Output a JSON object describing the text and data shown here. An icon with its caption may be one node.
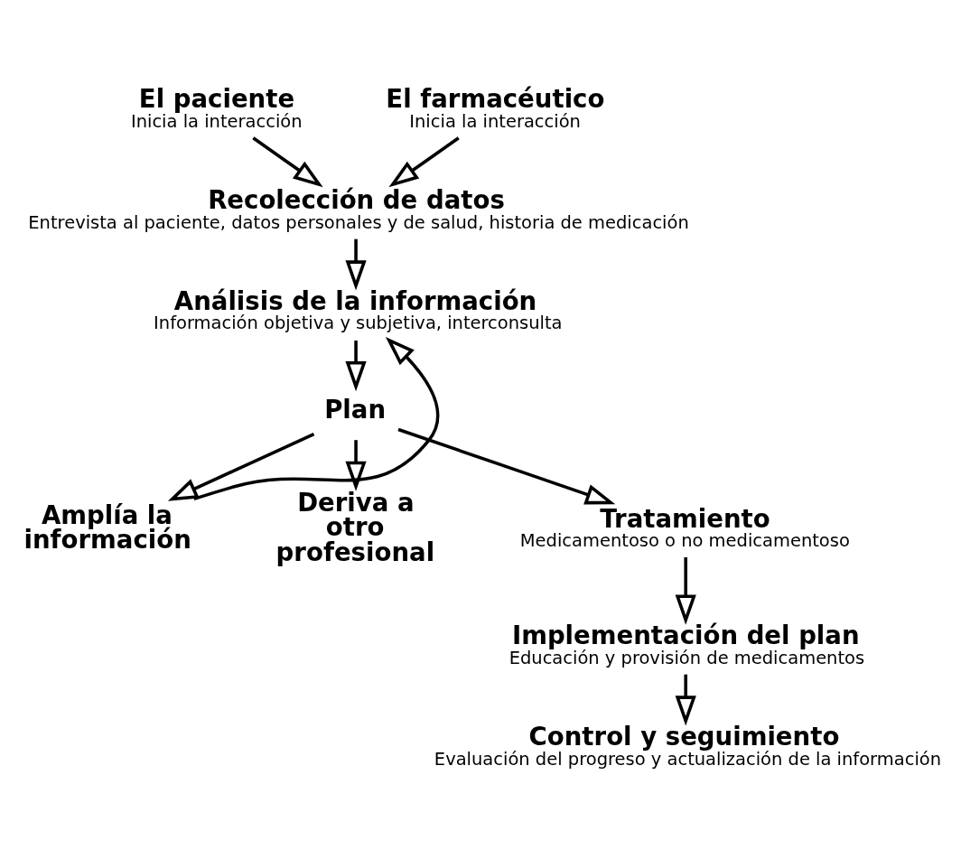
{
  "diagram": {
    "nodes": [
      {
        "text": [
          "El paciente",
          "Inicia la interacción"
        ]
      },
      {
        "text": [
          "El farmacéutico",
          "Inicia la interacción"
        ]
      },
      {
        "text": [
          "Recolección de datos",
          "Entrevista al paciente, datos personales y de salud, historia de medicación"
        ]
      },
      {
        "text": [
          "Análisis de la información",
          "Información objetiva y subjetiva, interconsulta"
        ]
      },
      {
        "text": [
          "Plan"
        ]
      },
      {
        "text": [
          "Amplía la información"
        ]
      },
      {
        "text": [
          "Deriva a otro profesional"
        ]
      },
      {
        "text": [
          "Tratamiento",
          "Medicamentoso o no medicamentoso"
        ]
      },
      {
        "text": [
          "Implementación del plan",
          "Educación y provisión de medicamentos"
        ]
      },
      {
        "text": [
          "Control y seguimiento",
          "Evaluación del progreso y actualización de la información"
        ]
      }
    ],
    "edges": [
      {
        "from": 0,
        "to": 2,
        "arrow": "to"
      },
      {
        "from": 1,
        "to": 2,
        "arrow": "to"
      },
      {
        "from": 2,
        "to": 3,
        "arrow": "to"
      },
      {
        "from": 3,
        "to": 4,
        "arrow": "to"
      },
      {
        "from": 4,
        "to": 5,
        "arrow": "to"
      },
      {
        "from": 4,
        "to": 7,
        "arrow": "to"
      },
      {
        "from": 4,
        "to": 6,
        "arrow": "to"
      },
      {
        "from": 5,
        "to": 3,
        "arrow": "to"
      },
      {
        "from": 7,
        "to": 8,
        "arrow": "to"
      },
      {
        "from": 8,
        "to": 9,
        "arrow": "to"
      }
    ]
  }
}
